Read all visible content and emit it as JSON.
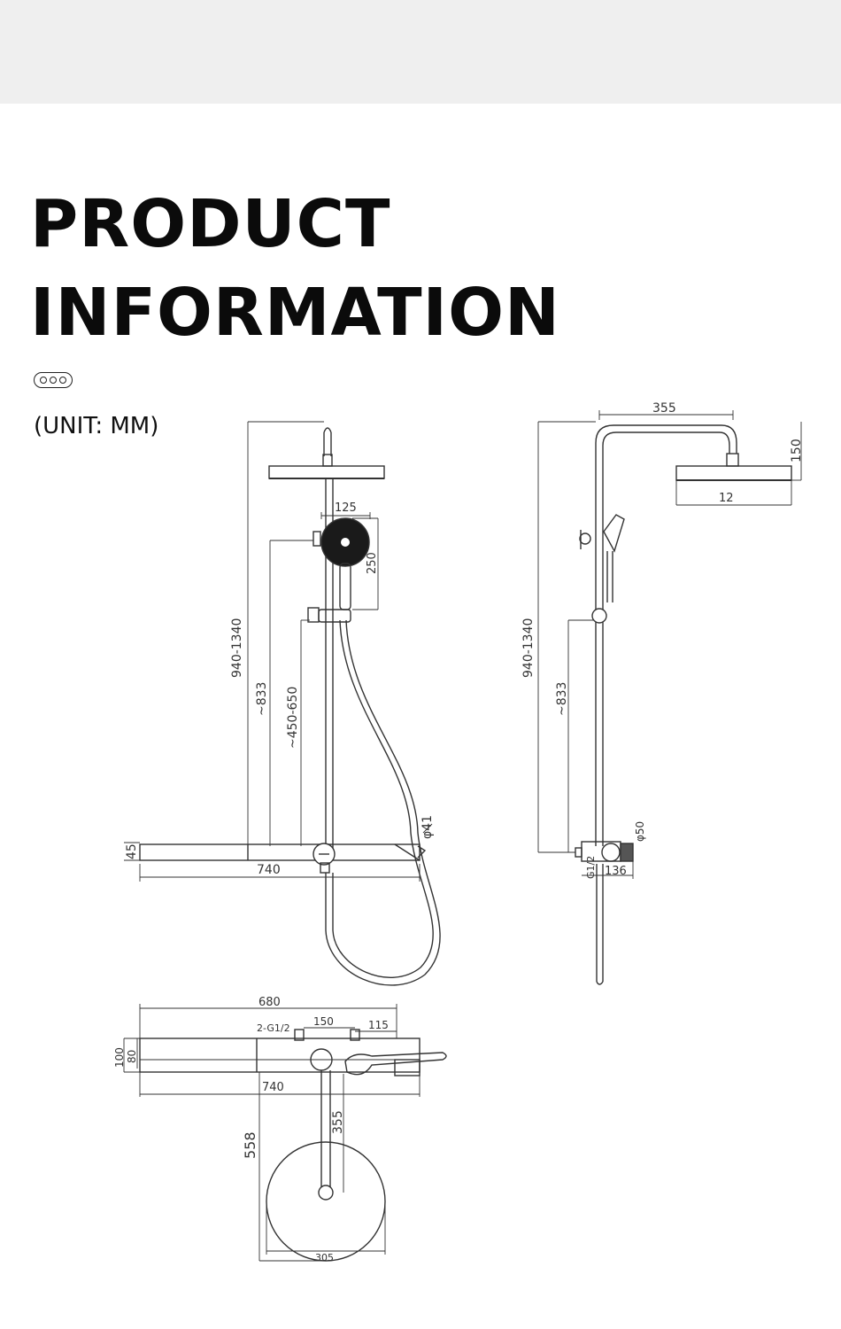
{
  "header": {
    "title_line1": "PRODUCT",
    "title_line2": "INFORMATION",
    "unit_note": "(UNIT: MM)"
  },
  "front_view": {
    "head_depth": "125",
    "hand_height": "250",
    "overall_height": "940-1340",
    "bar_to_head": "~833",
    "bar_to_holder": "~450-650",
    "hose_diameter": "φ41",
    "shelf_height": "45",
    "shelf_width": "740"
  },
  "side_view": {
    "arm_length": "355",
    "head_height": "150",
    "head_thickness": "12",
    "overall_height": "940-1340",
    "bar_to_head": "~833",
    "knob_diameter": "φ50",
    "inlet_thread": "G1/2",
    "valve_depth": "136"
  },
  "top_view": {
    "total_width": "680",
    "inlet_spacing": "150",
    "inlet_offset": "115",
    "inlet_threads": "2-G1/2",
    "overall_depth": "100",
    "shelf_depth": "80",
    "shelf_width": "740",
    "arm_projection": "355",
    "head_reach": "558",
    "head_diameter": "305"
  }
}
